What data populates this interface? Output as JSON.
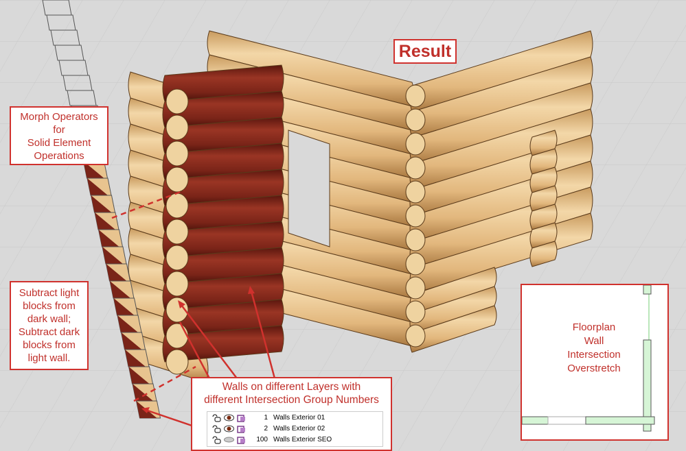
{
  "labels": {
    "result": "Result",
    "morph": [
      "Morph Operators",
      "for",
      "Solid Element",
      "Operations"
    ],
    "subtract": [
      "Subtract light",
      "blocks from",
      "dark wall;",
      "Subtract dark",
      "blocks from",
      "light wall."
    ],
    "walls": [
      "Walls on different Layers with",
      "different Intersection Group Numbers"
    ],
    "floorplan": [
      "Floorplan",
      "Wall",
      "Intersection",
      "Overstretch"
    ]
  },
  "layers": [
    {
      "number": "1",
      "name": "Walls Exterior 01",
      "visible": true
    },
    {
      "number": "2",
      "name": "Walls Exterior 02",
      "visible": true
    },
    {
      "number": "100",
      "name": "Walls Exterior SEO",
      "visible": false
    }
  ],
  "colors": {
    "accent": "#d0312d",
    "light_wood": "#e8c48f",
    "dark_wood": "#7a2418",
    "plan_wall": "#d6f5d6"
  }
}
